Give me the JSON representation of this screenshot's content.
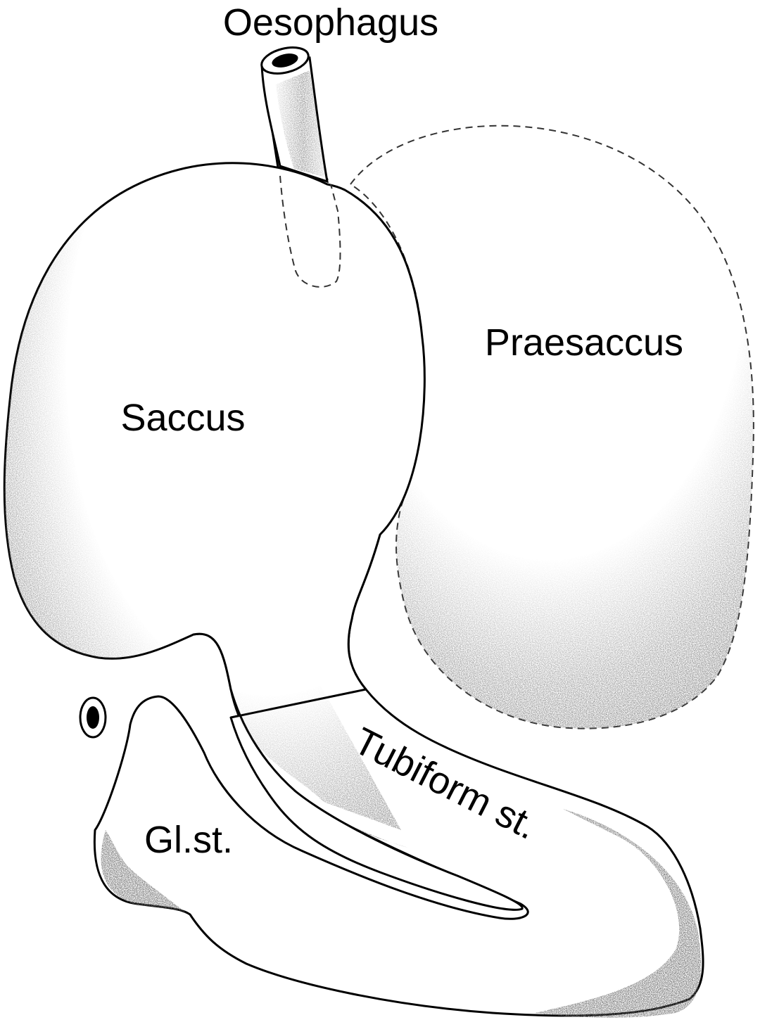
{
  "labels": {
    "oesophagus": "Oesophagus",
    "praesaccus": "Praesaccus",
    "saccus": "Saccus",
    "tubiform": "Tubiform st.",
    "glandular": "Gl.st."
  },
  "colors": {
    "outline": "#000000",
    "shading": "#3a3a3a",
    "background": "#ffffff"
  }
}
